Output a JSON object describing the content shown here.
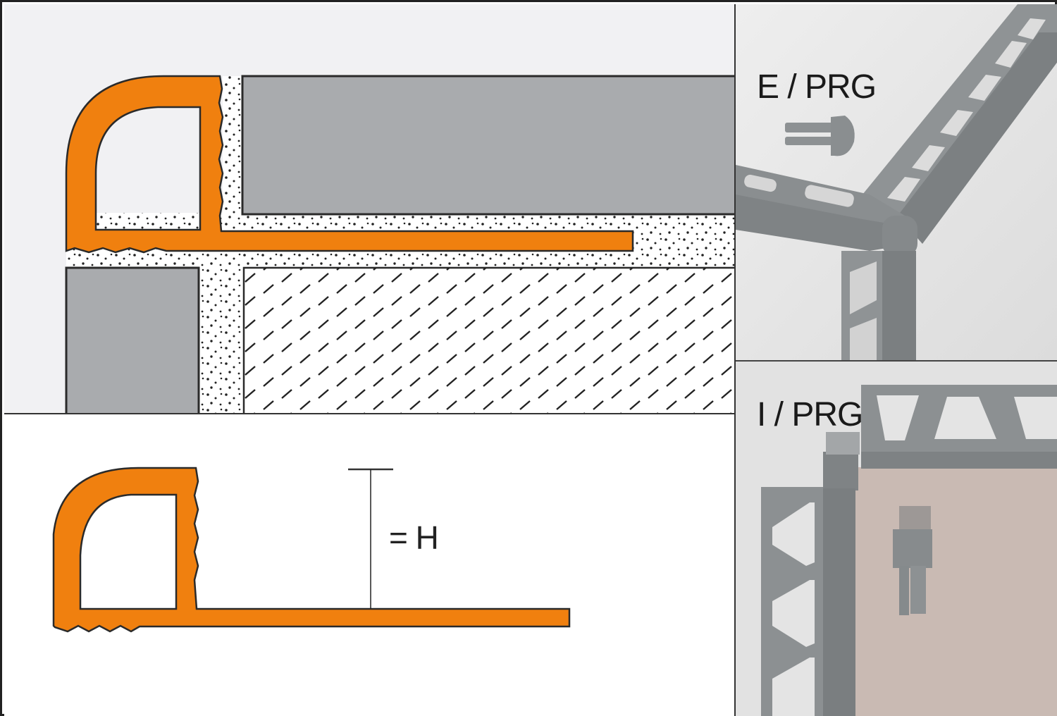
{
  "diagram": {
    "type": "tile-edge-profile-technical-illustration",
    "section_view": {
      "description": "Cross-section of rounded tile edge profile installed between tiles with adhesive",
      "colors": {
        "profile": "#f0800f",
        "tile": "#a9abae",
        "adhesive_bg": "#ffffff",
        "substrate_hatch": "#222222",
        "background": "#f1f1f3",
        "outline": "#2a2a2a"
      }
    },
    "profile_view": {
      "dimension_label": "= H",
      "colors": {
        "profile": "#f0800f",
        "outline": "#2a2a2a"
      }
    },
    "photos": [
      {
        "label": "E / PRG",
        "description": "External corner piece with rounded profile"
      },
      {
        "label": "I / PRG",
        "description": "Internal corner piece with rounded profile"
      }
    ],
    "colors": {
      "photo_profile_gray": "#8c9092",
      "photo_bg": "#e4e4e4",
      "wall_beige": "#c9bab3"
    }
  }
}
